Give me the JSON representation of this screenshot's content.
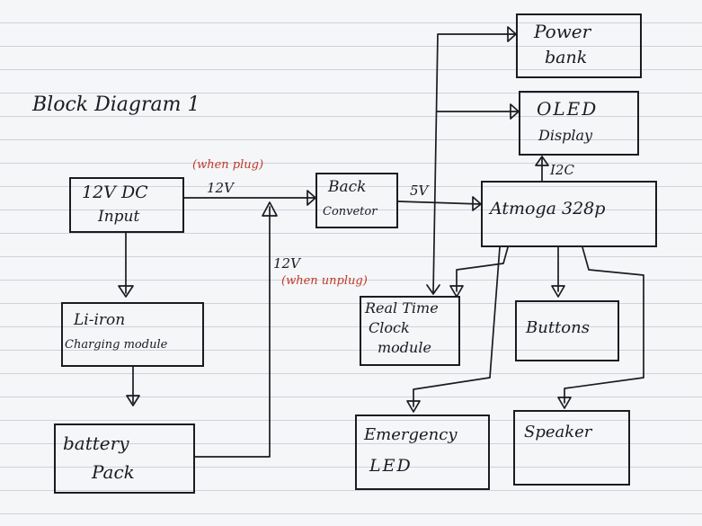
{
  "title": "Block Diagram 1",
  "blocks": {
    "dc_input": [
      "12V DC",
      "Input"
    ],
    "buck": [
      "Back",
      "Convetor"
    ],
    "atmega": "Atmoga 328p",
    "power_bank": [
      "Power",
      "bank"
    ],
    "oled": [
      "OLED",
      "Display"
    ],
    "liion": [
      "Li-iron",
      "Charging module"
    ],
    "rtc": [
      "Real Time",
      "Clock",
      "module"
    ],
    "buttons": "Buttons",
    "battery": [
      "battery",
      "Pack"
    ],
    "led": [
      "Emergency",
      "LED"
    ],
    "speaker": "Speaker"
  },
  "labels": {
    "when_plug": "(when plug)",
    "v12_top": "12V",
    "v5": "5V",
    "i2c": "I2C",
    "v12_side": "12V",
    "when_unplug": "(when unplug)"
  },
  "colors": {
    "ink": "#1b1b22",
    "red_ink": "#c0392b",
    "rule": "#cdd3dc"
  }
}
